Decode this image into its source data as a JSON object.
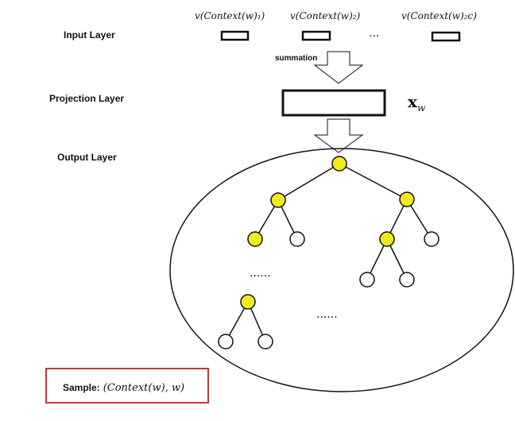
{
  "layers": {
    "input": "Input  Layer",
    "projection": "Projection  Layer",
    "output": "Output Layer"
  },
  "context_vectors": [
    "v(Context(w)₁)",
    "v(Context(w)₂)",
    "v(Context(w)₂c)"
  ],
  "ellipsis": "···",
  "summation_label": "summation",
  "projection_symbol": "x",
  "projection_subscript": "w",
  "tree_dots_left": "······",
  "tree_dots_right": "······",
  "sample_label": "Sample:",
  "sample_value": "(Context(w), w)",
  "colors": {
    "internal_node": "#f2ea1f",
    "leaf_node": "#ffffff",
    "stroke": "#111111",
    "sample_border": "#c0393b"
  }
}
